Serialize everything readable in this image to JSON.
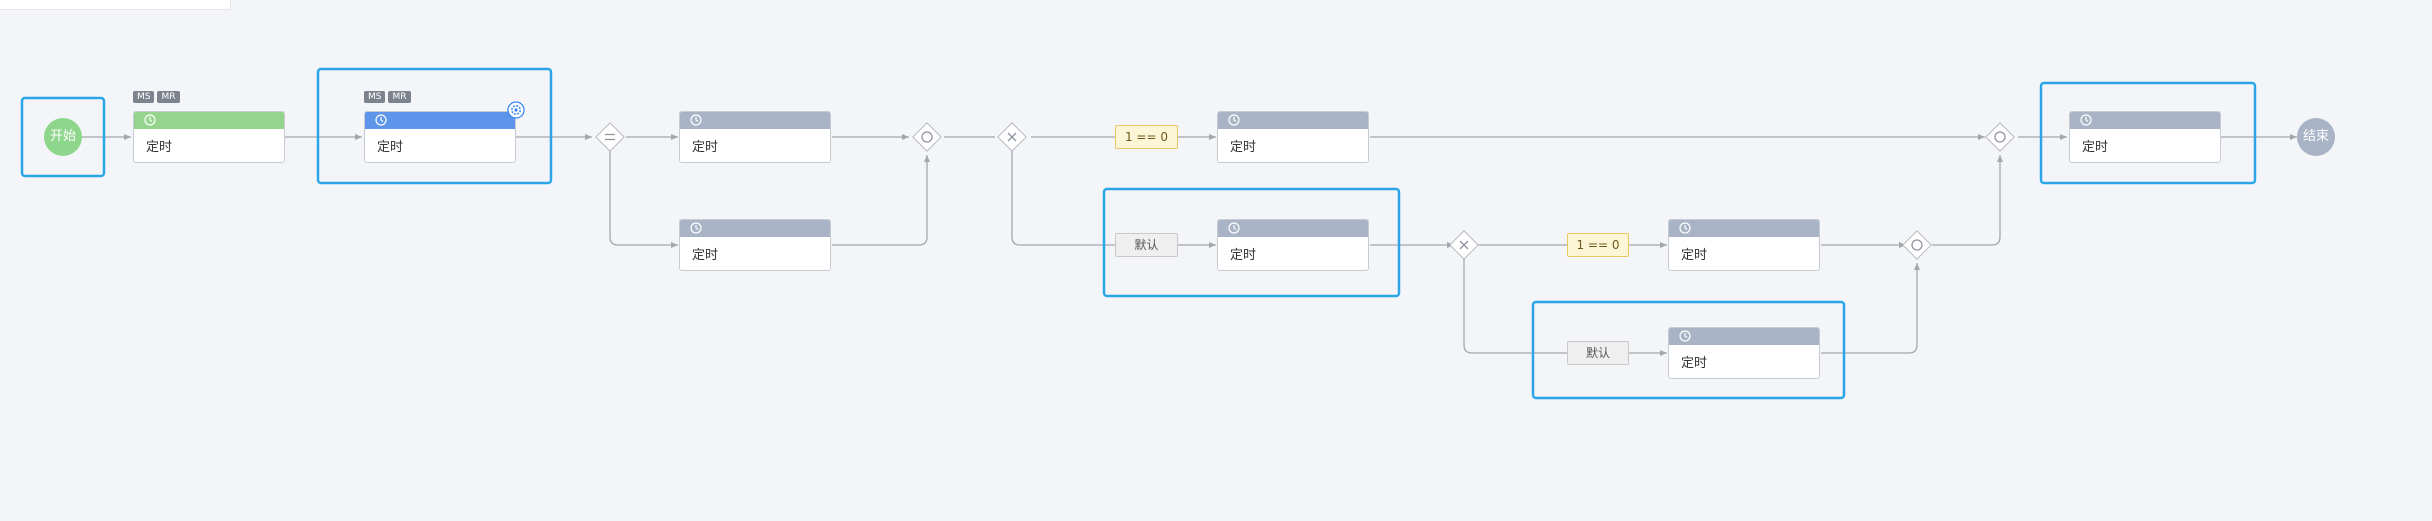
{
  "colors": {
    "background": "#f4f5f8",
    "selection_border": "#2aa6e8",
    "edge": "#a3a7ad",
    "node_header_default": "#a8b3c5",
    "node_header_start": "#94d48d",
    "node_header_selected": "#5e95ea",
    "start_circle": "#8dd68c",
    "end_circle": "#a8b3c5"
  },
  "flow": {
    "start_label": "开始",
    "end_label": "结束",
    "nodes": [
      {
        "id": "n1",
        "label": "定时",
        "icon": "clock-icon"
      },
      {
        "id": "n2",
        "label": "定时",
        "icon": "clock-icon"
      },
      {
        "id": "n3",
        "label": "定时",
        "icon": "clock-icon"
      },
      {
        "id": "n4",
        "label": "定时",
        "icon": "clock-icon"
      },
      {
        "id": "n5",
        "label": "定时",
        "icon": "clock-icon"
      },
      {
        "id": "n6",
        "label": "定时",
        "icon": "clock-icon"
      },
      {
        "id": "n7",
        "label": "定时",
        "icon": "clock-icon"
      },
      {
        "id": "n8",
        "label": "定时",
        "icon": "clock-icon"
      },
      {
        "id": "n9",
        "label": "定时",
        "icon": "clock-icon"
      }
    ],
    "tags": {
      "ms": "MS",
      "mr": "MR"
    },
    "conditions": {
      "c1": "1 == 0",
      "c2": "默认",
      "c3": "1 == 0",
      "c4": "默认"
    },
    "gateways": [
      {
        "id": "g1",
        "kind": "parallel-split",
        "icon": "equals-icon"
      },
      {
        "id": "g2",
        "kind": "merge",
        "icon": "circle-icon"
      },
      {
        "id": "g3",
        "kind": "exclusive-split",
        "icon": "x-icon"
      },
      {
        "id": "g4",
        "kind": "exclusive-split",
        "icon": "x-icon"
      },
      {
        "id": "g5",
        "kind": "merge",
        "icon": "circle-icon"
      },
      {
        "id": "g6",
        "kind": "merge",
        "icon": "circle-icon"
      }
    ]
  }
}
